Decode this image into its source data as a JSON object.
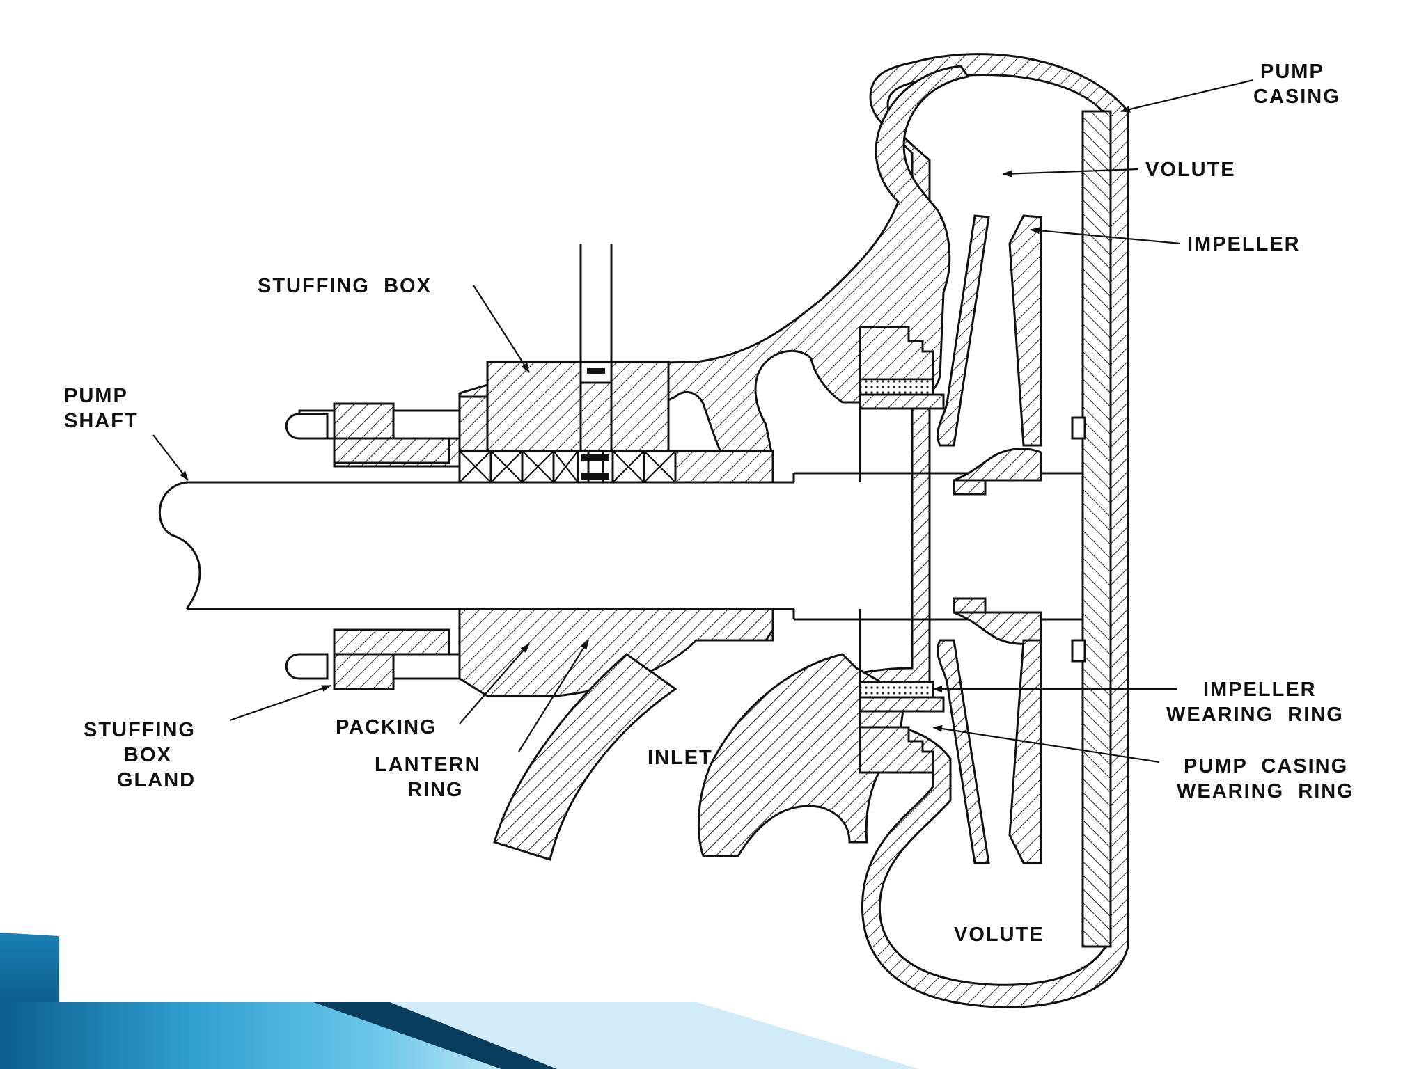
{
  "labels": {
    "pump_casing": [
      "PUMP",
      "CASING"
    ],
    "volute_top": "VOLUTE",
    "impeller": "IMPELLER",
    "stuffing_box": "STUFFING  BOX",
    "pump_shaft": [
      "PUMP",
      "SHAFT"
    ],
    "stuffing_box_gland": [
      "STUFFING",
      "BOX",
      "GLAND"
    ],
    "packing": "PACKING",
    "lantern_ring": [
      "LANTERN",
      "RING"
    ],
    "inlet": "INLET",
    "impeller_wearing_ring": [
      "IMPELLER",
      "WEARING  RING"
    ],
    "pump_casing_wearing_ring": [
      "PUMP  CASING",
      "WEARING  RING"
    ],
    "volute_bottom": "VOLUTE"
  },
  "colors": {
    "line": "#111111",
    "background": "#ffffff",
    "accent_blue_dark": "#0b5e8e",
    "accent_blue_light": "#5cc2e6",
    "accent_blue_pale": "#cfeaf6"
  }
}
